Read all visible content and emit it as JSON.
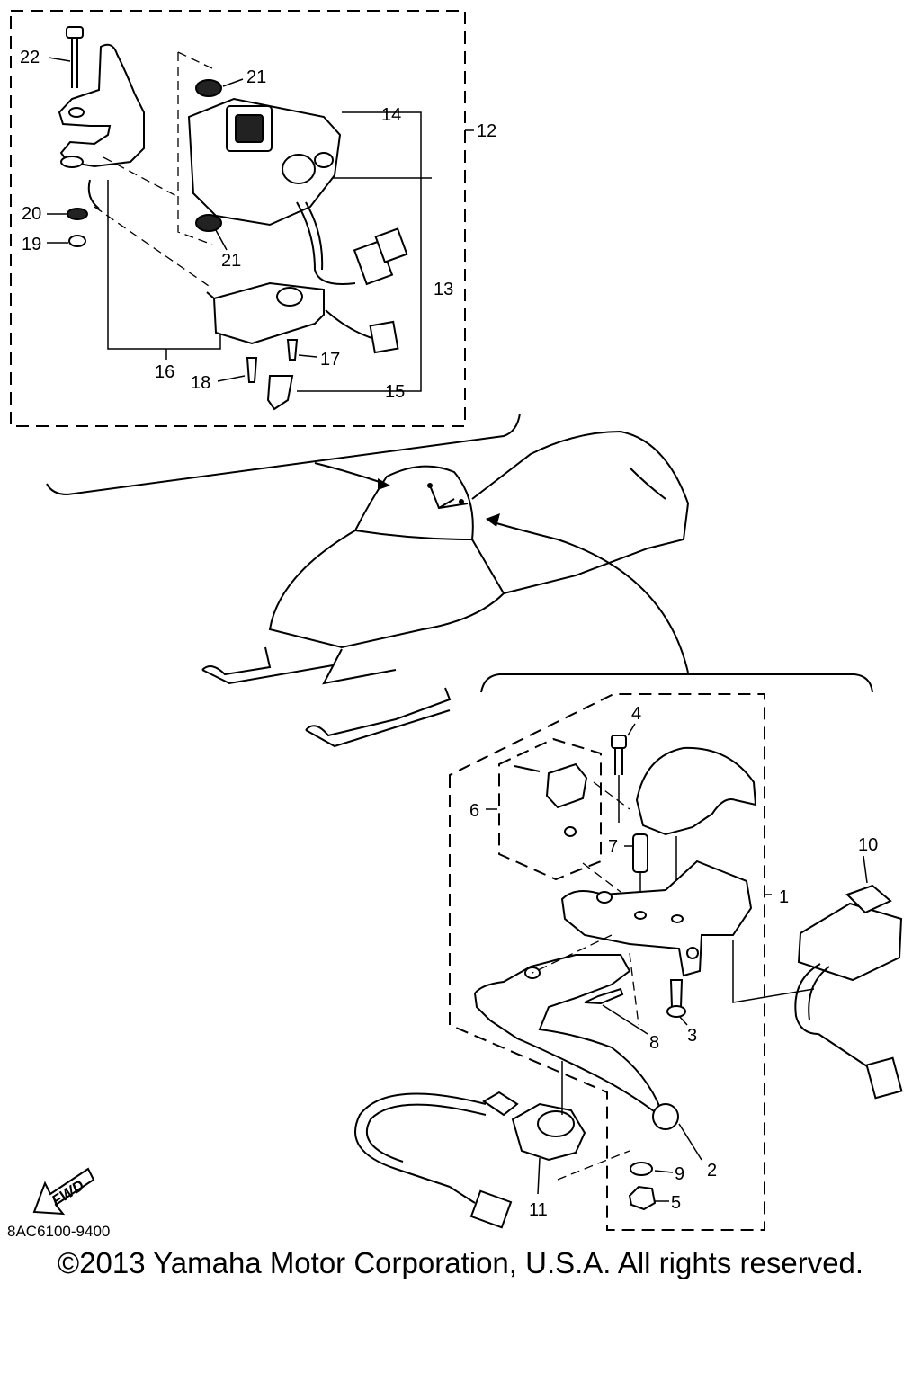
{
  "diagram": {
    "callouts": {
      "p1": "1",
      "p2": "2",
      "p3": "3",
      "p4": "4",
      "p5": "5",
      "p6": "6",
      "p7": "7",
      "p8": "8",
      "p9": "9",
      "p10": "10",
      "p11": "11",
      "p12": "12",
      "p13": "13",
      "p14": "14",
      "p15": "15",
      "p16": "16",
      "p17": "17",
      "p18": "18",
      "p19": "19",
      "p20": "20",
      "p21a": "21",
      "p21b": "21",
      "p22": "22"
    },
    "fwd_label": "FWD",
    "diagram_code": "8AC6100-9400",
    "copyright": "©2013 Yamaha Motor Corporation, U.S.A. All rights reserved."
  }
}
